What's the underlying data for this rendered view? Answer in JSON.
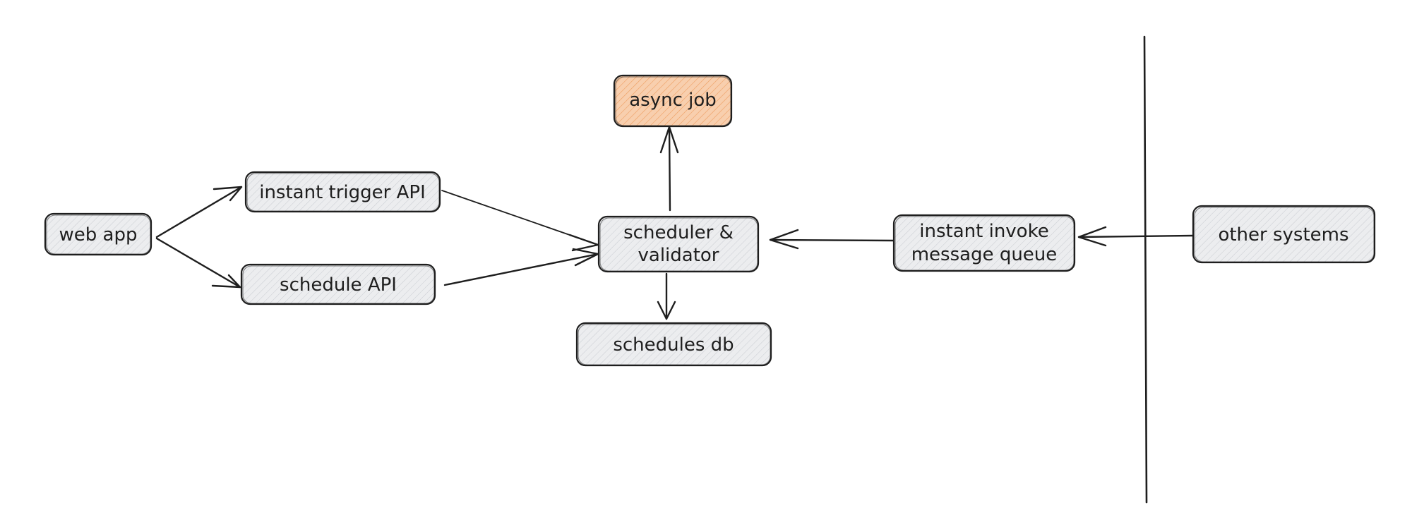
{
  "colors": {
    "node_fill": "#e9ecef",
    "accent_fill": "#f6c8a3",
    "stroke": "#1e1e1e",
    "background": "#ffffff"
  },
  "nodes": {
    "web_app": {
      "label": "web app"
    },
    "instant_trigger_api": {
      "label": "instant trigger API"
    },
    "schedule_api": {
      "label": "schedule API"
    },
    "scheduler_validator": {
      "label_line1": "scheduler &",
      "label_line2": "validator"
    },
    "async_job": {
      "label": "async job"
    },
    "schedules_db": {
      "label": "schedules db"
    },
    "instant_invoke_queue": {
      "label_line1": "instant invoke",
      "label_line2": "message queue"
    },
    "other_systems": {
      "label": "other systems"
    }
  }
}
